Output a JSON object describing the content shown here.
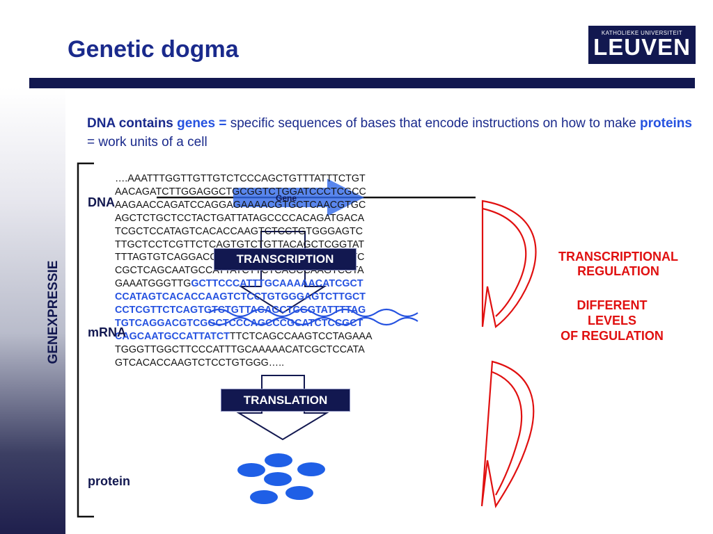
{
  "slide": {
    "title": "Genetic dogma",
    "logo": {
      "top_line": "KATHOLIEKE UNIVERSITEIT",
      "main": "LEUVEN"
    },
    "intro": {
      "part1": "DNA contains ",
      "part2": "genes = ",
      "part3": "specific sequences of bases that encode instructions on how to make ",
      "part4": "proteins",
      "part5": " = work units of a cell"
    },
    "side_label": "GENEXPRESSIE",
    "stages": {
      "dna": "DNA",
      "mrna": "mRNA",
      "protein": "protein"
    },
    "gene_label": "Gene",
    "transcription_label": "TRANSCRIPTION",
    "translation_label": "TRANSLATION",
    "regulation": {
      "transcriptional_line1": "TRANSCRIPTIONAL",
      "transcriptional_line2": "REGULATION",
      "levels_line1": "DIFFERENT",
      "levels_line2": "LEVELS",
      "levels_line3": "OF REGULATION"
    },
    "sequence_lines": [
      "….AAATTTGGTTGTTGTCTCCCAGCTGTTTATTTCTGT",
      "AACAGATCTTGGAGGCTGCGGTCTGGATCCCTCGCC",
      "AAGAACCAGATCCAGGAGAAAACGTGCTCAACGTGC",
      "AGCTCTGCTCCTACTGATTATAGCCCCACAGATGACA",
      "TCGCTCCATAGTCACACCAAGTCTCCTGTGGGAGTC",
      "TTGCTCCTCGTTCTCAGTGTCTGTTACAGCTCGGTAT",
      "TTTAGTGTCAGGACGTCGGCTCCCAGCCCGCATCTC",
      "CGCTCAGCAATGCCATTATCTTCTCAGCCAAGTCCTA",
      "GAAATGGGTTG",
      "CCATAGTCACACCAAGTCTCCTGTGGGAGTCTTGCT",
      "CCTCGTTCTCAGTGTCTGTTACAGCTCGGTATTTTAG",
      "TGTCAGGACGTCGGCTCCCAGCCCGCATCTCCGCT",
      "CAGCAATGCCATTATCT",
      "TGGGTTGGCTTCCCATTTGCAAAAACATCGCTCCATA",
      "GTCACACCAAGTCTCCTGTGGG….."
    ],
    "sequence_blue_tail_line9": "GCTTCCCATTTGCAAAAACATCGCT",
    "sequence_black_tail_line13": "TTCTCAGCCAAGTCCTAGAAA",
    "colors": {
      "navy": "#121850",
      "title_blue": "#1a2a8c",
      "gene_blue": "#2552e0",
      "regulation_red": "#e01010"
    }
  }
}
